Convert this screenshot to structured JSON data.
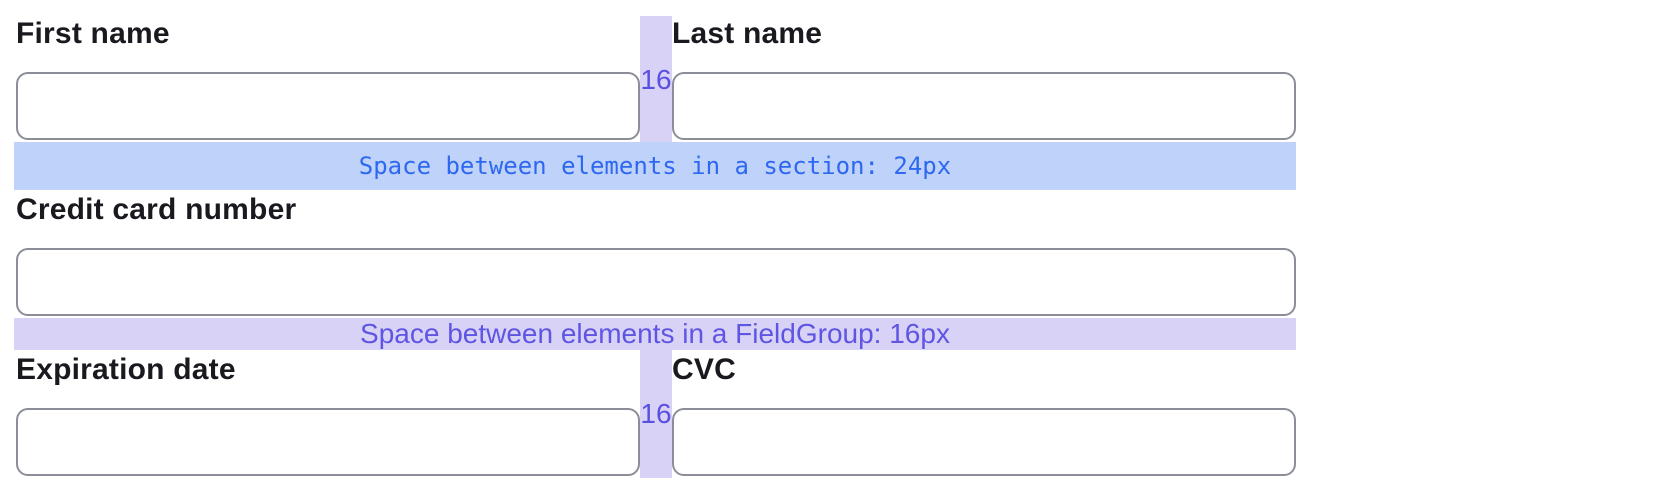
{
  "colors": {
    "accent_purple": "#5f55e3",
    "accent_blue": "#2e68f0",
    "band_lavender": "#d8d2f7",
    "band_blue": "#bed2fa",
    "input_border": "#8b8e98",
    "label_text": "#19191f"
  },
  "fields": {
    "first_name": {
      "label": "First name",
      "value": ""
    },
    "last_name": {
      "label": "Last name",
      "value": ""
    },
    "credit_card_number": {
      "label": "Credit card number",
      "value": ""
    },
    "expiration_date": {
      "label": "Expiration date",
      "value": ""
    },
    "cvc": {
      "label": "CVC",
      "value": ""
    }
  },
  "annotations": {
    "section_gap_label": "Space between elements in a section: 24px",
    "fieldgroup_gap_label": "Space between elements in a FieldGroup: 16px",
    "column_gap_value": "16"
  }
}
